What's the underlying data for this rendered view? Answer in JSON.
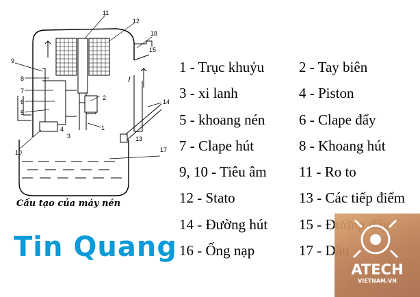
{
  "diagram": {
    "caption": "Cấu tạo của máy nén",
    "callouts": [
      "1",
      "2",
      "3",
      "4",
      "5",
      "6",
      "7",
      "8",
      "9",
      "10",
      "11",
      "12",
      "13",
      "14",
      "15",
      "17",
      "18"
    ]
  },
  "legend": [
    {
      "left": "1 - Trục khuỷu",
      "right": "2 - Tay biên"
    },
    {
      "left": "3 - xi lanh",
      "right": "4 - Piston"
    },
    {
      "left": "5 - khoang  nén",
      "right": "6 - Clape đẩy"
    },
    {
      "left": "7 - Clape hút",
      "right": "8 - Khoang hút"
    },
    {
      "left": "9, 10 - Tiêu âm",
      "right": "11 - Ro to"
    },
    {
      "left": "12 - Stato",
      "right": "13 - Các tiếp điểm"
    },
    {
      "left": "14 - Đường hút",
      "right": "15 - Đường đẩy"
    },
    {
      "left": "16 - Ống nạp",
      "right": "17 - Dầu"
    }
  ],
  "brand": {
    "logo": "Tin Quang",
    "color": "#0a9bd8"
  },
  "watermark": {
    "name": "ATECH",
    "sub": "VIETNAM.VN"
  }
}
